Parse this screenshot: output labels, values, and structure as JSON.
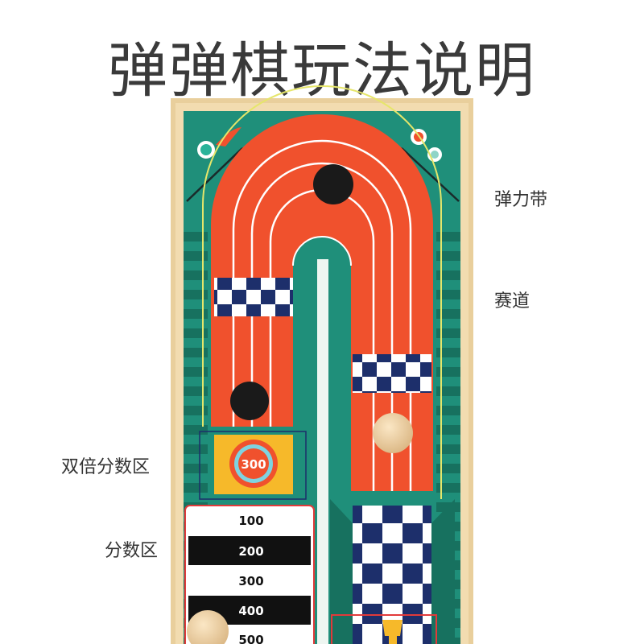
{
  "title": "弹弹棋玩法说明",
  "labels": {
    "elastic_band": "弹力带",
    "track": "赛道",
    "double_score_zone": "双倍分数区",
    "score_zone": "分数区"
  },
  "board": {
    "target_value": "300",
    "score_rows": [
      "100",
      "200",
      "300",
      "400",
      "500"
    ]
  },
  "colors": {
    "wood": "#e9cf9c",
    "green": "#1f8f7a",
    "dark_green": "#156b5c",
    "track_red": "#f0512d",
    "navy": "#1d2f6b",
    "yellow": "#f6b92a"
  }
}
